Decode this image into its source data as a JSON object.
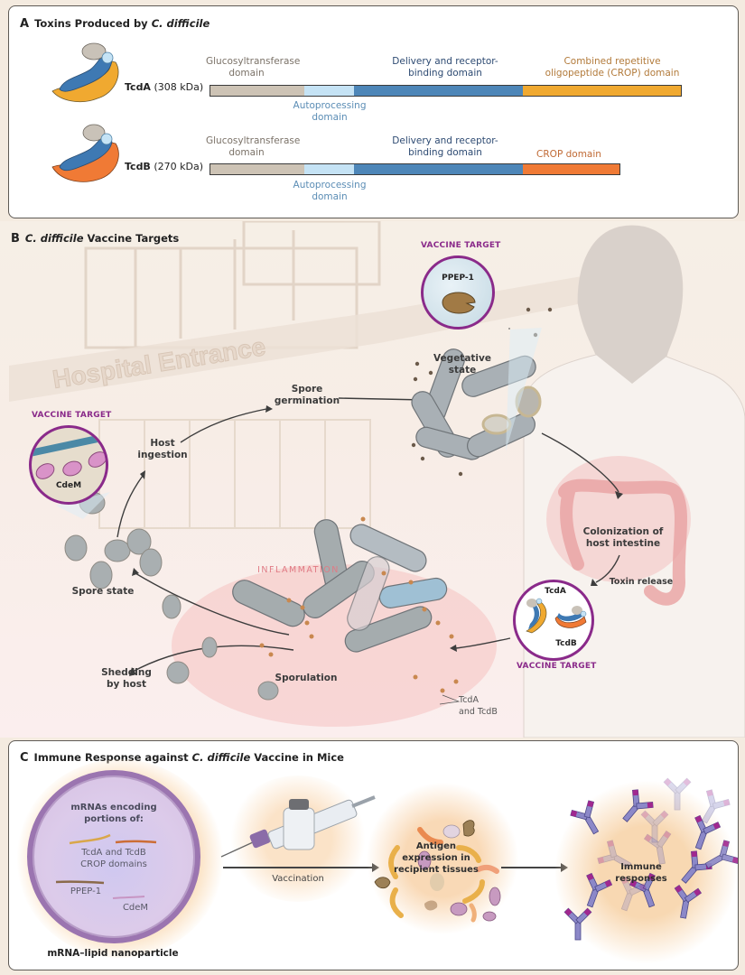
{
  "panelA": {
    "letter": "A",
    "title_prefix": "Toxins Produced by ",
    "title_italic": "C. difficile",
    "toxins": [
      {
        "name": "TcdA",
        "size": "(308 kDa)",
        "crop_color": "#f0a930",
        "domains": [
          {
            "label": "Glucosyltransferase domain",
            "color": "#cdc3b5",
            "length_fraction": 0.2
          },
          {
            "label": "Autoprocessing domain",
            "color": "#c5e3f5",
            "length_fraction": 0.105
          },
          {
            "label": "Delivery and receptor-binding domain",
            "color": "#4d86b8",
            "length_fraction": 0.36
          },
          {
            "label": "Combined repetitive oligopeptide (CROP) domain",
            "color": "#f0a930",
            "length_fraction": 0.335
          }
        ]
      },
      {
        "name": "TcdB",
        "size": "(270 kDa)",
        "crop_color": "#f07a35",
        "domains": [
          {
            "label": "Glucosyltransferase domain",
            "color": "#cdc3b5",
            "length_fraction": 0.2
          },
          {
            "label": "Autoprocessing domain",
            "color": "#c5e3f5",
            "length_fraction": 0.105
          },
          {
            "label": "Delivery and receptor-binding domain",
            "color": "#4d86b8",
            "length_fraction": 0.36
          },
          {
            "label": "CROP domain",
            "color": "#f07a35",
            "length_fraction": 0.205
          }
        ]
      }
    ],
    "labels": {
      "gt_line1": "Glucosyltransferase",
      "gt_line2": "domain",
      "ap_line1": "Autoprocessing",
      "ap_line2": "domain",
      "drb_line1": "Delivery and receptor-",
      "drb_line2": "binding domain",
      "cropA_line1": "Combined repetitive",
      "cropA_line2": "oligopeptide (CROP) domain",
      "cropB": "CROP domain"
    }
  },
  "panelB": {
    "letter": "B",
    "title_italic": "C. difficile",
    "title_suffix": " Vaccine Targets",
    "sign_text": "Hospital Entrance",
    "vaccine_target_label": "VACCINE TARGET",
    "targets": {
      "ppep": "PPEP-1",
      "cdem": "CdeM",
      "tcda": "TcdA",
      "tcdb": "TcdB"
    },
    "stages": {
      "host_ingestion_1": "Host",
      "host_ingestion_2": "ingestion",
      "spore_germination_1": "Spore",
      "spore_germination_2": "germination",
      "vegetative_1": "Vegetative",
      "vegetative_2": "state",
      "colonization_1": "Colonization of",
      "colonization_2": "host intestine",
      "toxin_release": "Toxin release",
      "sporulation": "Sporulation",
      "spore_state": "Spore state",
      "shedding_1": "Shedding",
      "shedding_2": "by host",
      "inflammation": "INFLAMMATION",
      "toxin_note_1": "TcdA",
      "toxin_note_2": "and TcdB"
    }
  },
  "panelC": {
    "letter": "C",
    "title_prefix": "Immune Response against ",
    "title_italic": "C. difficile",
    "title_suffix": " Vaccine in Mice",
    "nanoparticle": {
      "heading_1": "mRNAs encoding",
      "heading_2": "portions of:",
      "crop_1": "TcdA and TcdB",
      "crop_2": "CROP domains",
      "ppep": "PPEP-1",
      "cdem": "CdeM",
      "caption": "mRNA–lipid nanoparticle"
    },
    "vaccination": "Vaccination",
    "antigen_1": "Antigen",
    "antigen_2": "expression in",
    "antigen_3": "recipient tissues",
    "immune_1": "Immune",
    "immune_2": "responses"
  }
}
